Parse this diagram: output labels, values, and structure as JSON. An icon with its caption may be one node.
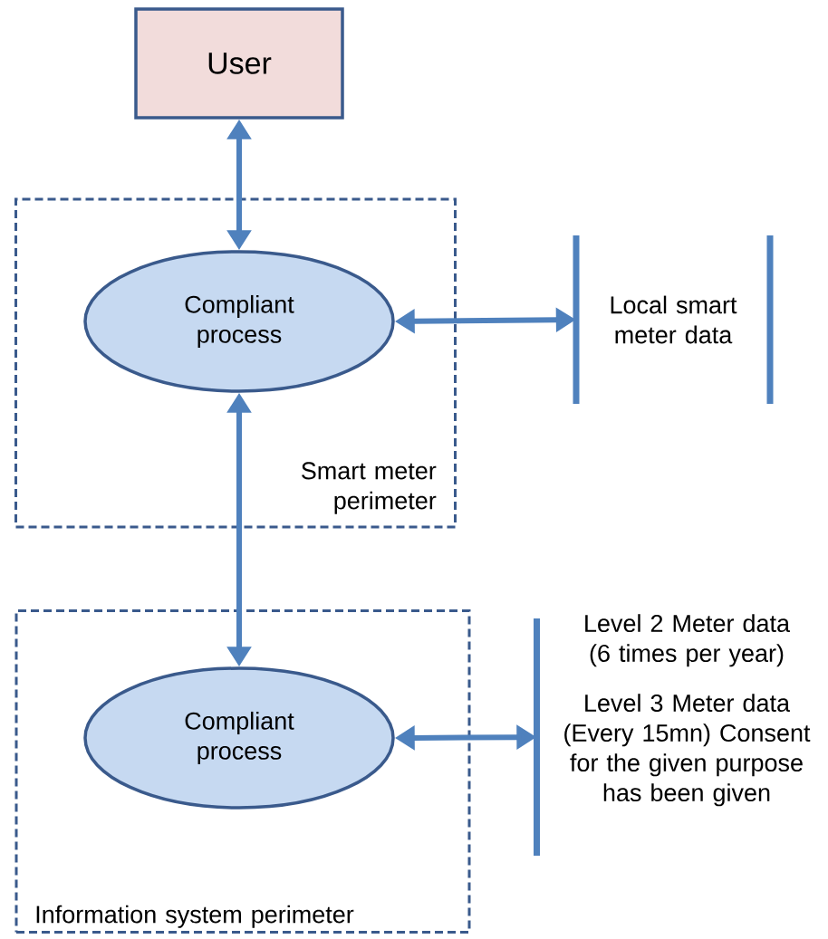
{
  "diagram": {
    "nodes": [
      {
        "text": [
          "User"
        ]
      },
      {
        "text": [
          "Smart meter perimeter"
        ]
      },
      {
        "text": [
          "Compliant process"
        ],
        "in": 1
      },
      {
        "text": [
          "Local smart meter data"
        ]
      },
      {
        "text": [
          "Information system perimeter"
        ]
      },
      {
        "text": [
          "Compliant process"
        ],
        "in": 4
      },
      {
        "text": [
          "Level 2 Meter data (6 times per year)",
          "Level 3 Meter data (Every 15mn) Consent for the given purpose has been given"
        ]
      }
    ],
    "edges": [
      {
        "from": 0,
        "to": 2,
        "arrow": "both"
      },
      {
        "from": 2,
        "to": 3,
        "arrow": "both"
      },
      {
        "from": 2,
        "to": 5,
        "arrow": "both"
      },
      {
        "from": 5,
        "to": 6,
        "arrow": "both"
      }
    ]
  }
}
